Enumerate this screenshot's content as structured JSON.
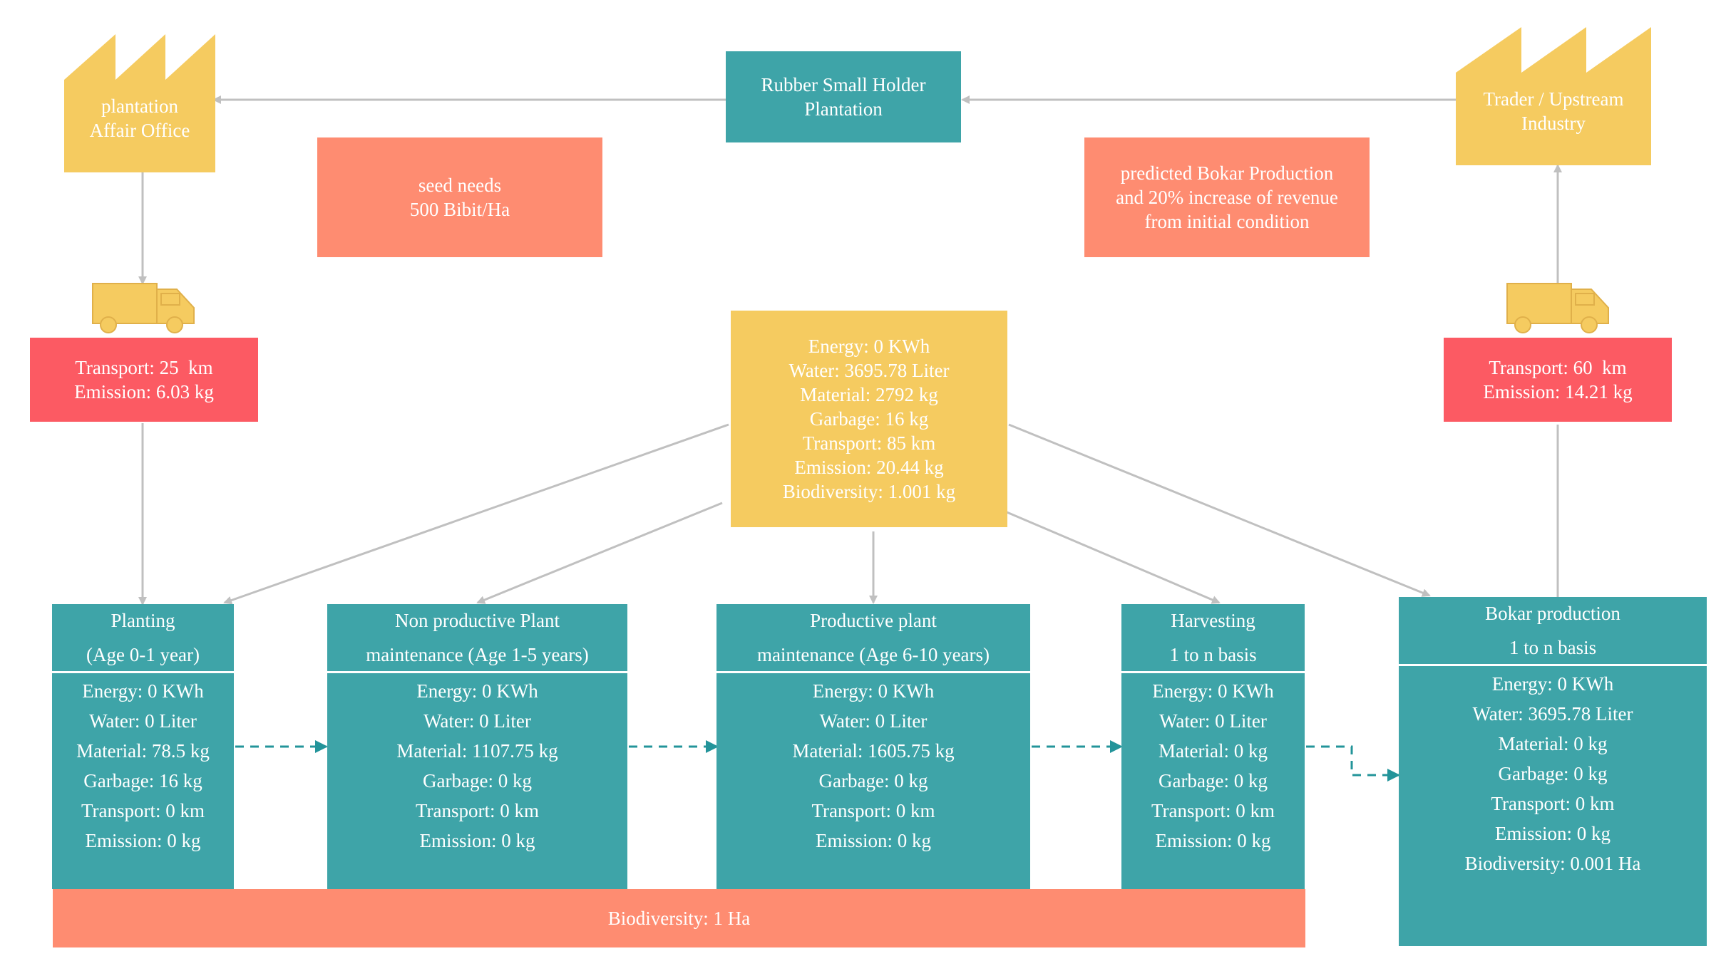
{
  "colors": {
    "teal": "#3ea4a8",
    "salmon": "#fe8c71",
    "red": "#fc5a63",
    "yellow": "#f5cb60",
    "arrow_gray": "#c0c0c0",
    "flow_teal": "#23949a"
  },
  "icons": {
    "factory_left": "factory-icon",
    "factory_right": "factory-icon",
    "truck_left": "truck-icon",
    "truck_right": "truck-icon"
  },
  "top": {
    "central": {
      "line1": "Rubber Small Holder",
      "line2": "Plantation"
    },
    "left_factory": {
      "line1": "plantation",
      "line2": "Affair Office"
    },
    "right_factory": {
      "line1": "Trader / Upstream",
      "line2": "Industry"
    },
    "seed_note": {
      "line1": "seed needs",
      "line2": "500 Bibit/Ha"
    },
    "prediction_note": {
      "line1": "predicted Bokar Production",
      "line2": "and 20% increase of revenue",
      "line3": "from initial condition"
    }
  },
  "transport_left": {
    "line1": "Transport: 25  km",
    "line2": "Emission: 6.03 kg"
  },
  "transport_right": {
    "line1": "Transport: 60  km",
    "line2": "Emission: 14.21 kg"
  },
  "summary": {
    "lines": [
      "Energy: 0 KWh",
      "Water: 3695.78 Liter",
      "Material: 2792 kg",
      "Garbage: 16 kg",
      "Transport: 85 km",
      "Emission: 20.44 kg",
      "Biodiversity: 1.001 kg"
    ]
  },
  "stages": [
    {
      "title1": "Planting",
      "title2": "(Age 0-1 year)",
      "lines": [
        "Energy: 0 KWh",
        "Water: 0 Liter",
        "Material: 78.5 kg",
        "Garbage: 16 kg",
        "Transport: 0 km",
        "Emission: 0 kg"
      ]
    },
    {
      "title1": "Non productive Plant",
      "title2": "maintenance (Age 1-5 years)",
      "lines": [
        "Energy: 0 KWh",
        "Water: 0 Liter",
        "Material: 1107.75 kg",
        "Garbage: 0 kg",
        "Transport: 0 km",
        "Emission: 0 kg"
      ]
    },
    {
      "title1": "Productive plant",
      "title2": "maintenance (Age 6-10 years)",
      "lines": [
        "Energy: 0 KWh",
        "Water: 0 Liter",
        "Material: 1605.75 kg",
        "Garbage: 0 kg",
        "Transport: 0 km",
        "Emission: 0 kg"
      ]
    },
    {
      "title1": "Harvesting",
      "title2": "1 to n basis",
      "lines": [
        "Energy: 0 KWh",
        "Water: 0 Liter",
        "Material: 0 kg",
        "Garbage: 0 kg",
        "Transport: 0 km",
        "Emission: 0 kg"
      ]
    },
    {
      "title1": "Bokar production",
      "title2": "1 to n basis",
      "lines": [
        "Energy: 0 KWh",
        "Water: 3695.78 Liter",
        "Material: 0 kg",
        "Garbage: 0 kg",
        "Transport: 0 km",
        "Emission: 0 kg",
        "Biodiversity: 0.001 Ha"
      ]
    }
  ],
  "biodiversity_bar": {
    "label": "Biodiversity: 1 Ha"
  }
}
